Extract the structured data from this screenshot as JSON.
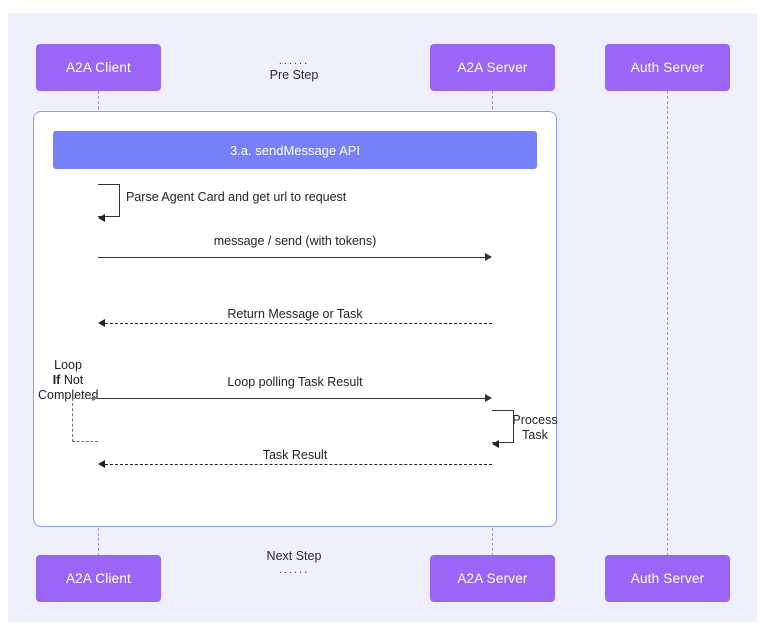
{
  "canvas": {
    "background": "#eef0fd",
    "frame_background": "#ffffff",
    "frame_border": "#8f9cf2"
  },
  "colors": {
    "actor": "#9b66f7",
    "actor_text": "#ffffff",
    "title_bar": "#7680f9",
    "lifeline": "#b28cf6",
    "message": "#333333",
    "loop_dash": "#6f6f78"
  },
  "participants_top": [
    {
      "label": "A2A Client",
      "name": "a2a-client"
    },
    {
      "label": "A2A Server",
      "name": "a2a-server"
    },
    {
      "label": "Auth Server",
      "name": "auth-server"
    }
  ],
  "participants_bottom": [
    {
      "label": "A2A Client",
      "name": "a2a-client"
    },
    {
      "label": "A2A Server",
      "name": "a2a-server"
    },
    {
      "label": "Auth Server",
      "name": "auth-server"
    }
  ],
  "notes": {
    "pre_step": {
      "dots": "......",
      "label": "Pre Step"
    },
    "next_step": {
      "label": "Next Step",
      "dots": "......"
    }
  },
  "title_bar": {
    "label": "3.a. sendMessage API"
  },
  "messages": [
    {
      "name": "parse-agent-card",
      "label": "Parse Agent Card and get url to request",
      "kind": "self",
      "from": "a2a-client"
    },
    {
      "name": "message-send",
      "label": "message / send (with tokens)",
      "kind": "solid",
      "from": "a2a-client",
      "to": "a2a-server"
    },
    {
      "name": "return-message-or-task",
      "label": "Return Message or Task",
      "kind": "dashed",
      "from": "a2a-server",
      "to": "a2a-client"
    },
    {
      "name": "loop-polling-task-result",
      "label": "Loop polling Task Result",
      "kind": "solid",
      "from": "a2a-client",
      "to": "a2a-server"
    },
    {
      "name": "process-task",
      "label": "Process Task",
      "label_line1": "Process",
      "label_line2": "Task",
      "kind": "self",
      "from": "a2a-server"
    },
    {
      "name": "task-result",
      "label": "Task Result",
      "kind": "dashed",
      "from": "a2a-server",
      "to": "a2a-client"
    }
  ],
  "loop_fragment": {
    "line1": "Loop",
    "line2_bold": "If",
    "line2_rest": "Not",
    "line3": "Completed"
  }
}
